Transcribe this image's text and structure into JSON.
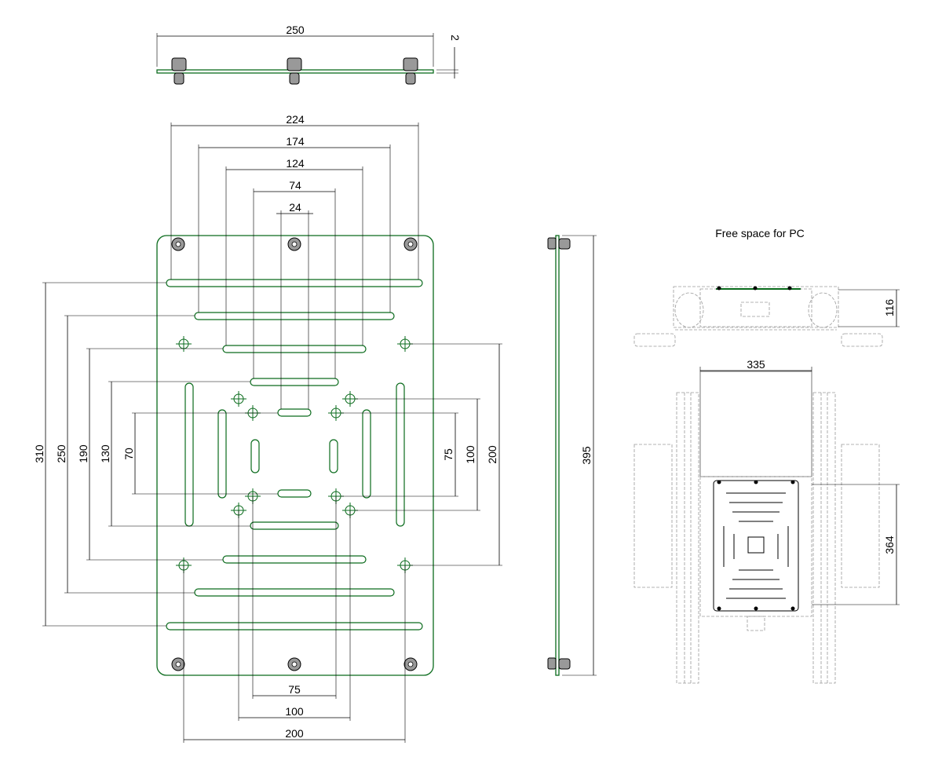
{
  "labels": {
    "free_space": "Free space for PC"
  },
  "dimensions": {
    "top_width": "250",
    "top_thickness": "2",
    "w224": "224",
    "w174": "174",
    "w124": "124",
    "w74": "74",
    "w24": "24",
    "h310": "310",
    "h250": "250",
    "h190": "190",
    "h130": "130",
    "h70": "70",
    "h75": "75",
    "h100": "100",
    "h200": "200",
    "b75": "75",
    "b100": "100",
    "b200": "200",
    "side395": "395",
    "pc116": "116",
    "pc335": "335",
    "pc364": "364"
  },
  "colors": {
    "plate": "#0a6b1c"
  }
}
